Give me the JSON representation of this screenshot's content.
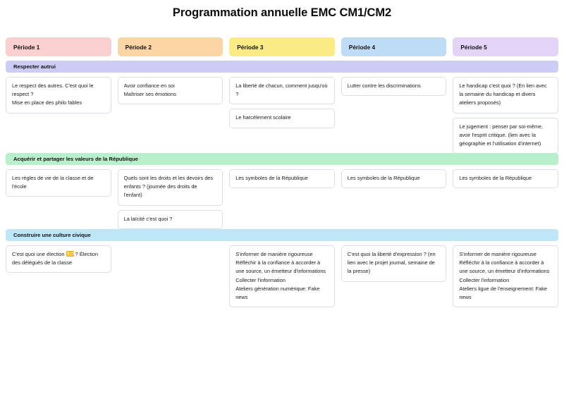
{
  "header": {
    "title": "Programmation annuelle EMC CM1/CM2"
  },
  "periods": [
    {
      "label": "Période 1",
      "color": "#f9cfcf"
    },
    {
      "label": "Période 2",
      "color": "#fcd5a4"
    },
    {
      "label": "Période 3",
      "color": "#fbeb84"
    },
    {
      "label": "Période 4",
      "color": "#bfdcf5"
    },
    {
      "label": "Période 5",
      "color": "#e3d3f7"
    }
  ],
  "sections": [
    {
      "title": "Respecter autrui",
      "color": "#ccccf5",
      "columns": [
        {
          "period": "Période 1",
          "cards": [
            "Le respect des autres. C'est quoi le respect ?\nMise en place des philo fables"
          ]
        },
        {
          "period": "Période 2",
          "cards": [
            "Avoir confiance en soi\nMaîtriser ses émotions"
          ]
        },
        {
          "period": "Période 3",
          "cards": [
            "La liberté de chacun, comment jusqu'où ?",
            "Le harcèlement scolaire"
          ]
        },
        {
          "period": "Période 4",
          "cards": [
            "Lutter contre les discriminations"
          ]
        },
        {
          "period": "Période 5",
          "cards": [
            "Le handicap c'est quoi ? (En lien avec la semaine du handicap et divers ateliers proposés)",
            "Le jugement : penser par soi-même, avoir l'esprit critique. (lien avec la géographie et l'utilisation d'internet)"
          ]
        }
      ]
    },
    {
      "title": "Acquérir et partager les valeurs de la République",
      "color": "#b9f0cb",
      "columns": [
        {
          "period": "Période 1",
          "cards": [
            "Les règles de vie de la classe et de l'école"
          ]
        },
        {
          "period": "Période 2",
          "cards": [
            "Quels sont les droits et les devoirs des enfants ? (journée des droits de l'enfant)",
            "La laïcité c'est quoi ?"
          ]
        },
        {
          "period": "Période 3",
          "cards": [
            "Les symboles de la République"
          ]
        },
        {
          "period": "Période 4",
          "cards": [
            "Les symboles de la République"
          ]
        },
        {
          "period": "Période 5",
          "cards": [
            "Les symboles de la République"
          ]
        }
      ]
    },
    {
      "title": "Construire une culture civique",
      "color": "#bfe6f7",
      "columns": [
        {
          "period": "Période 1",
          "cards_rich": [
            {
              "before": "C'est quoi une élection ",
              "icon": "ballot-box-icon",
              "after": " ? Élection des délégués de la classe"
            }
          ],
          "cards": []
        },
        {
          "period": "Période 2",
          "cards": []
        },
        {
          "period": "Période 3",
          "cards": [
            "S'informer de manière rigoureuse\nRéfléchir à la confiance à accorder à une source, un émetteur d'informations\nCollecter l'information\nAteliers génération numérique: Fake news"
          ]
        },
        {
          "period": "Période 4",
          "cards": [
            "C'est quoi la liberté d'expression ? (en lien avec le projet journal, semaine de la presse)"
          ]
        },
        {
          "period": "Période 5",
          "cards": [
            "S'informer de manière rigoureuse\nRéfléchir à la confiance à accorder à une source, un émetteur d'informations\nCollecter l'information\nAteliers ligue de l'enseignement: Fake news"
          ]
        }
      ]
    }
  ]
}
